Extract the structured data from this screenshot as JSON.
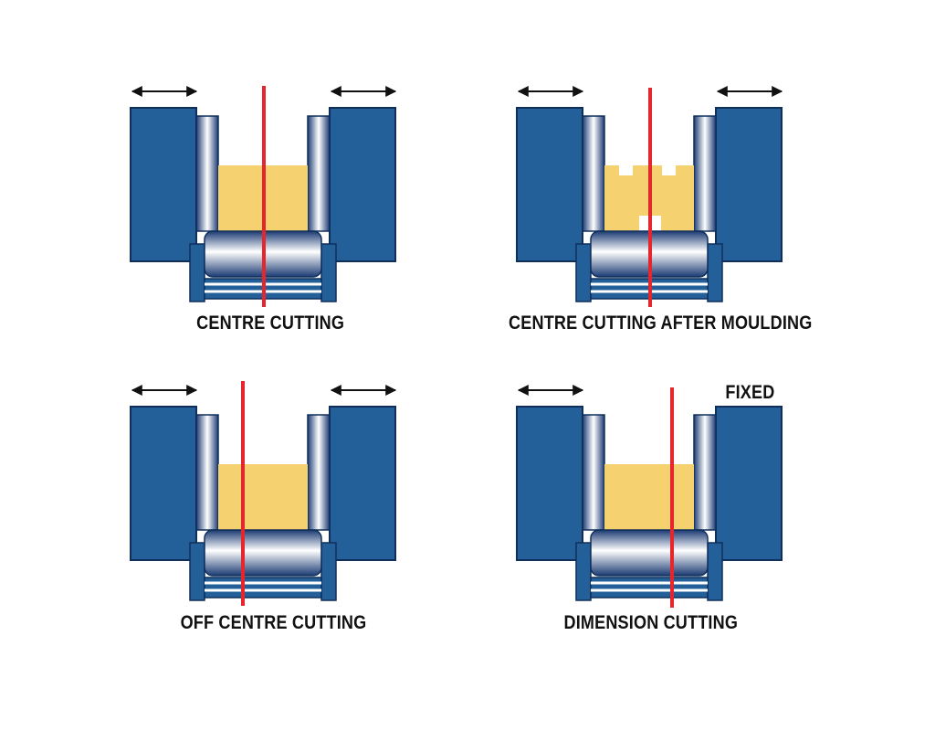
{
  "colors": {
    "guide_block": "#23609a",
    "workpiece": "#f6d170",
    "saw_line": "#e5262c",
    "roller_dark": "#1b3a73",
    "roller_light": "#ffffff",
    "arrow": "#111111"
  },
  "panels": [
    {
      "id": "centre-cutting",
      "caption": "CENTRE CUTTING",
      "workpiece_shape": "rectangle",
      "left_guide": "movable",
      "right_guide": "movable"
    },
    {
      "id": "centre-cutting-after-moulding",
      "caption": "CENTRE CUTTING AFTER MOULDING",
      "workpiece_shape": "moulded",
      "left_guide": "movable",
      "right_guide": "movable"
    },
    {
      "id": "off-centre-cutting",
      "caption": "OFF CENTRE CUTTING",
      "workpiece_shape": "rectangle",
      "left_guide": "movable",
      "right_guide": "movable"
    },
    {
      "id": "dimension-cutting",
      "caption": "DIMENSION CUTTING",
      "workpiece_shape": "rectangle",
      "left_guide": "movable",
      "right_guide": "fixed"
    }
  ],
  "fixed_label": "FIXED",
  "icons": {
    "movable_indicator": "double-arrow-icon"
  }
}
